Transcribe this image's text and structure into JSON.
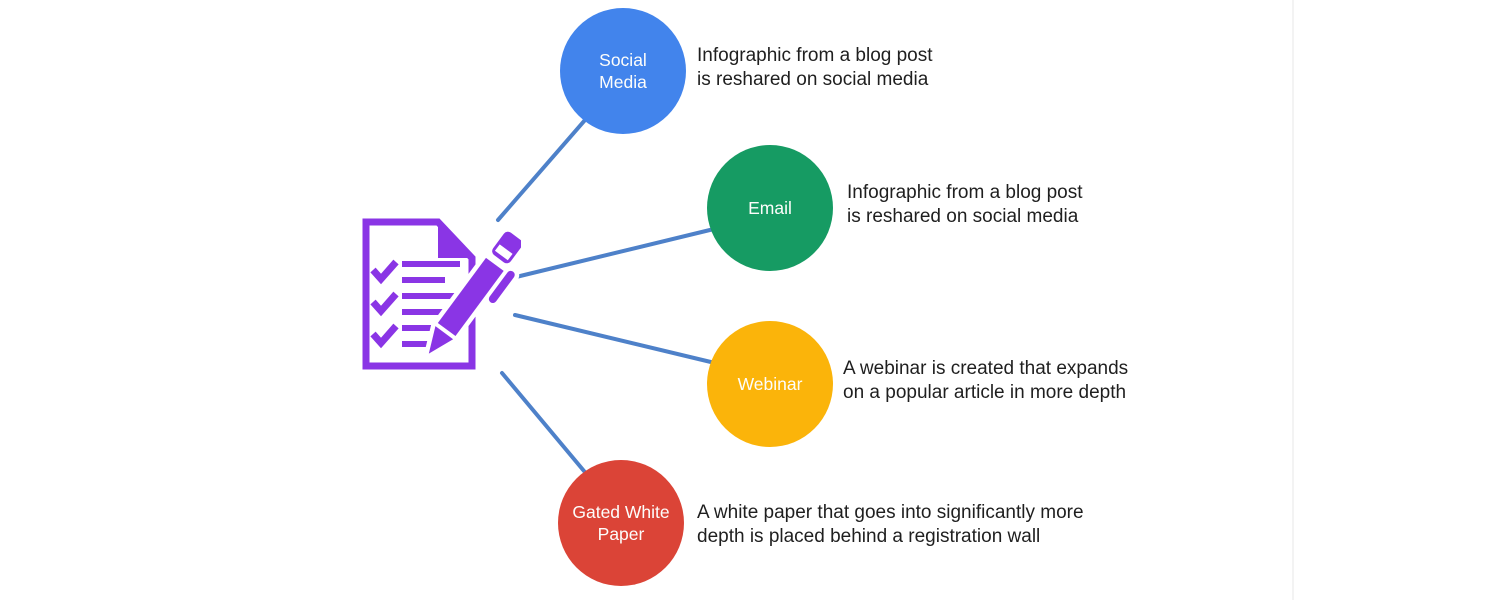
{
  "diagram": {
    "description": "Content repurposing mind map: central checklist-and-pen icon linked to four channel nodes",
    "center_icon": "checklist-document-pen-icon",
    "colors": {
      "connector_line": "#4E81C9",
      "icon_purple": "#8A35E5",
      "text_dark": "#1F1F1F",
      "divider_gray": "#F3F3F3",
      "node_label_white": "#FDFDFB"
    },
    "nodes": [
      {
        "id": "social-media",
        "label": "Social\nMedia",
        "color": "#4284EC",
        "desc": "Infographic from a blog post\nis reshared on social media"
      },
      {
        "id": "email",
        "label": "Email",
        "color": "#169B63",
        "desc": "Infographic from a blog post\nis reshared on social media"
      },
      {
        "id": "webinar",
        "label": "Webinar",
        "color": "#FBB40A",
        "desc": "A webinar is created that expands\non a popular article in more depth"
      },
      {
        "id": "gated-white-paper",
        "label": "Gated White\nPaper",
        "color": "#DB4437",
        "desc": "A white paper that goes into significantly more\ndepth is placed behind a registration wall"
      }
    ]
  }
}
